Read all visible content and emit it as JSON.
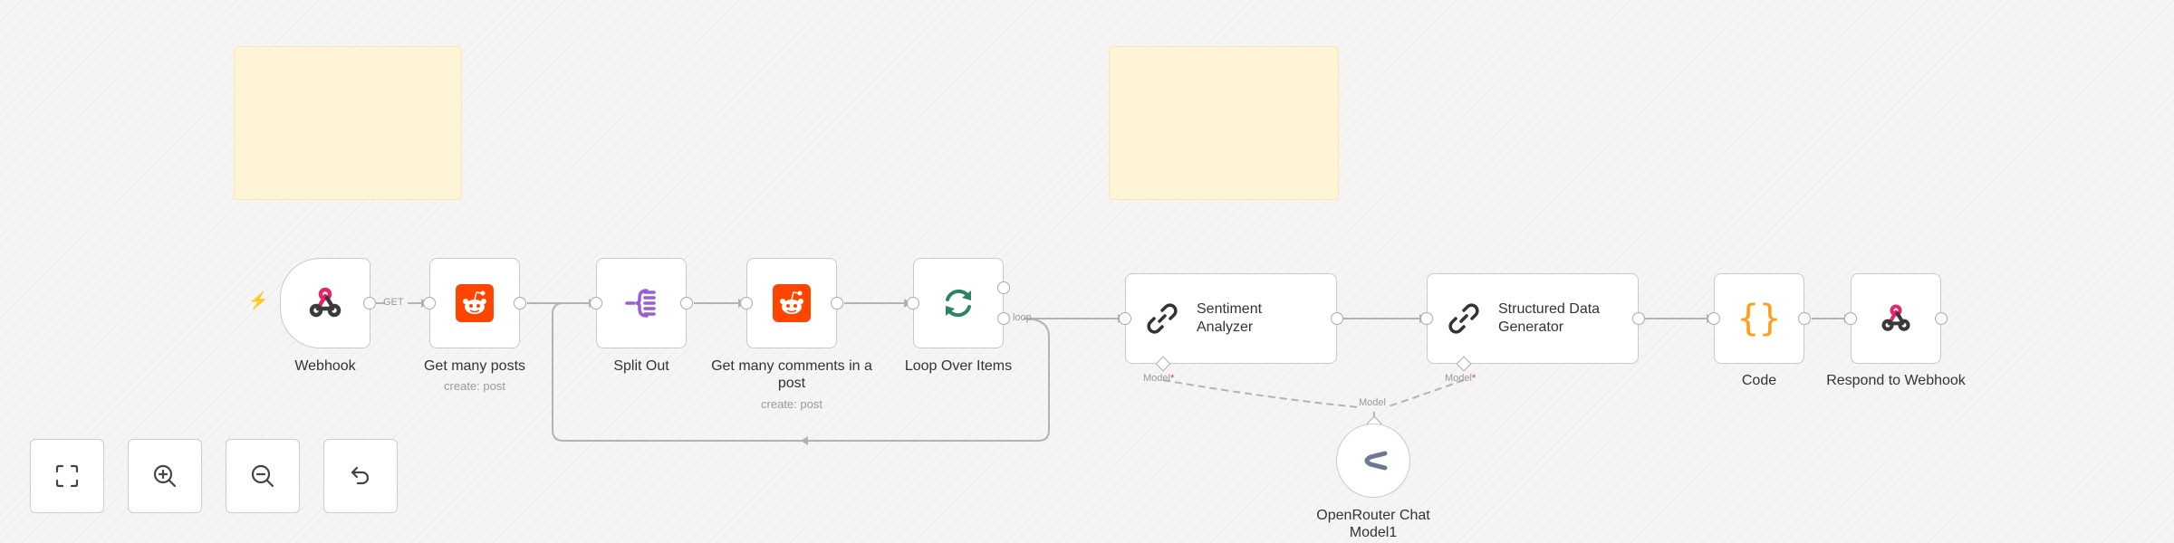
{
  "canvas": {
    "sticky_notes": [
      {
        "id": "sticky-1"
      },
      {
        "id": "sticky-2"
      }
    ],
    "nodes": {
      "webhook": {
        "title": "Webhook",
        "icon": "webhook-icon"
      },
      "get_posts": {
        "title": "Get many posts",
        "subtitle": "create: post",
        "icon": "reddit-icon"
      },
      "split_out": {
        "title": "Split Out",
        "icon": "split-out-icon"
      },
      "get_comments": {
        "title_line1": "Get many comments in a",
        "title_line2": "post",
        "subtitle": "create: post",
        "icon": "reddit-icon"
      },
      "loop": {
        "title": "Loop Over Items",
        "icon": "loop-icon"
      },
      "sentiment": {
        "title_line1": "Sentiment",
        "title_line2": "Analyzer",
        "icon": "chain-link-icon",
        "model_label": "Model"
      },
      "structured": {
        "title_line1": "Structured Data",
        "title_line2": "Generator",
        "icon": "chain-link-icon",
        "model_label": "Model"
      },
      "code": {
        "title": "Code",
        "icon": "code-braces-icon"
      },
      "respond": {
        "title": "Respond to Webhook",
        "icon": "webhook-icon"
      },
      "openrouter": {
        "title_line1": "OpenRouter Chat",
        "title_line2": "Model1",
        "icon": "openrouter-icon",
        "handle_label": "Model"
      }
    },
    "edge_labels": {
      "get": "GET",
      "loop": "loop"
    },
    "required_marker": "*"
  },
  "controls": [
    {
      "name": "fit-view-button",
      "icon": "fit-view-icon"
    },
    {
      "name": "zoom-in-button",
      "icon": "zoom-in-icon"
    },
    {
      "name": "zoom-out-button",
      "icon": "zoom-out-icon"
    },
    {
      "name": "reset-zoom-button",
      "icon": "undo-icon"
    }
  ],
  "colors": {
    "reddit": "#ff4500",
    "webhook_pink": "#e7246b",
    "split_purple": "#9b5dd6",
    "loop_green": "#2a8660",
    "code_orange": "#ff9d1c",
    "sticky": "#fff4d6"
  }
}
